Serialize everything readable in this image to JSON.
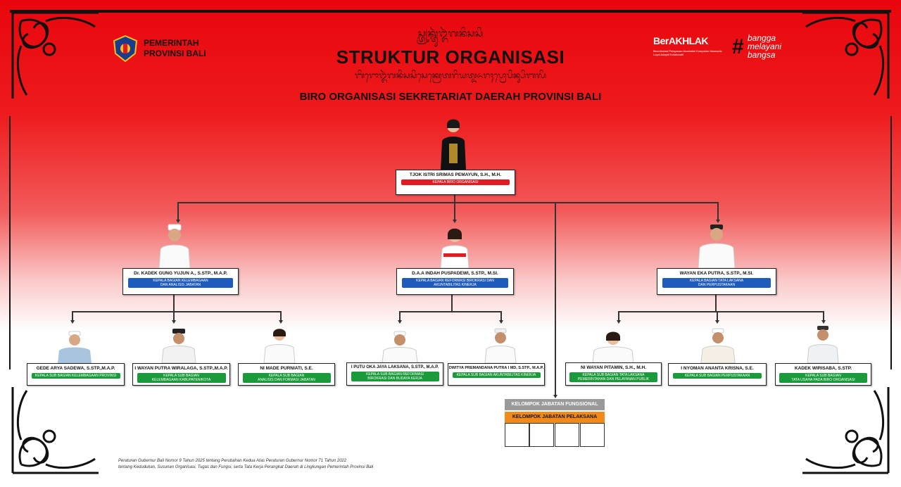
{
  "header": {
    "organization": [
      "PEMERINTAH",
      "PROVINSI BALI"
    ],
    "title": "STRUKTUR ORGANISASI",
    "subtitle": "BIRO ORGANISASI SEKRETARIAT DAERAH PROVINSI BALI",
    "balinese_top": "ᬲ᭄ᬢ᭄ᬭᬸᬓ᭄ᬢᬸᬃᬑᬃᬕᬦᬶᬲᬲᬶ",
    "balinese_sub": "ᬩᬶᬭᭀᬑᬃᬕᬦᬶᬲᬲᬶᬲᬾᬓ᭄ᬭᬾᬢᬭᬶᬬᬢ᭄ᬤᬏᬭᬄᬧ᭄ᬭᭀᬧᬶᬦ᭄ᬲᬶᬩᬮᬶ"
  },
  "brands": {
    "berakhlak": "BerAKHLAK",
    "berakhlak_tagline": "Berorientasi Pelayanan Akuntabel Kompeten Harmonis Loyal Adaptif Kolaboratif",
    "bangga": [
      "bangga",
      "melayani",
      "bangsa"
    ]
  },
  "head": {
    "name": "TJOK ISTRI SRIMAS PEMAYUN, S.H., M.H.",
    "position": "KEPALA BIRO ORGANISASI"
  },
  "bagian": [
    {
      "name": "Dr. KADEK GUNG YUJUN A., S.STP., M.A.P.",
      "position": [
        "KEPALA BAGIAN KELEMBAGAAN",
        "DAN ANALISIS JABATAN"
      ]
    },
    {
      "name": "D.A.A INDAH PUSPADEWI, S.STP., M.SI.",
      "position": [
        "KEPALA BAGIAN REFORMASI BIROKRASI DAN",
        "AKUNTABILITAS KINERJA"
      ]
    },
    {
      "name": "WAYAN EKA PUTRA, S.STP., M.SI.",
      "position": [
        "KEPALA BAGIAN TATA LAKSANA",
        "DAN PERPUSTAKAAN"
      ]
    }
  ],
  "subbagian": [
    {
      "name": "GEDE ARYA SADEWA, S.STP.,M.A.P.",
      "position": [
        "KEPALA SUB BAGIAN KELEMBAGAAN PROVINSI"
      ]
    },
    {
      "name": "I WAYAN PUTRA WIRALAGA, S.STP.,M.A.P.",
      "position": [
        "KEPALA SUB BAGIAN",
        "KELEMBAGAAN KABUPATEN/KOTA"
      ]
    },
    {
      "name": "NI MADE PURNIATI, S.E.",
      "position": [
        "KEPALA SUB BAGIAN",
        "ANALISIS DAN FORMASI JABATAN"
      ]
    },
    {
      "name": "I PUTU OKA JAYA LAKSANA, S.STP., M.A.P.",
      "position": [
        "KEPALA SUB BAGIAN REFORMASI",
        "BIROKRASI DAN BUDAYA KERJA"
      ]
    },
    {
      "name": "DWITYA PREMANDANA PUTRA I MD, S.STP., M.A.P.",
      "position": [
        "KEPALA SUB BAGIAN AKUNTABILITAS KINERJA"
      ]
    },
    {
      "name": "NI WAYAN PITAMIN, S.H., M.H.",
      "position": [
        "KEPALA SUB BAGIAN TATA LAKSANA",
        "PEMERINTAHAN DAN PELAYANAN PUBLIK"
      ]
    },
    {
      "name": "I NYOMAN ANANTA KRISNA, S.E.",
      "position": [
        "KEPALA SUB BAGIAN PERPUSTAKAAN"
      ]
    },
    {
      "name": "KADEK WIRISABA, S.STP.",
      "position": [
        "KEPALA SUB BAGIAN",
        "TATA USAHA PADA BIRO ORGANISASI"
      ]
    }
  ],
  "kelompok": {
    "fungsional": "KELOMPOK JABATAN FUNGSIONAL",
    "pelaksana": "KELOMPOK JABATAN PELAKSANA"
  },
  "footer": [
    "Peraturan Gubernur Bali Nomor 9 Tahun 2025 tentang Perubahan Kedua Atas Peraturan Gubernur Nomor 71 Tahun 2022",
    "tentang Kedudukan, Susunan Organisasi, Tugas dan Fungsi, serta Tata Kerja Perangkat Daerah di Lingkungan Pemerintah Provinsi Bali"
  ],
  "colors": {
    "red": "#e21b23",
    "blue": "#1f5bbd",
    "green": "#1a9a3a",
    "orange": "#f28a1a",
    "grey": "#9a9a9a"
  }
}
